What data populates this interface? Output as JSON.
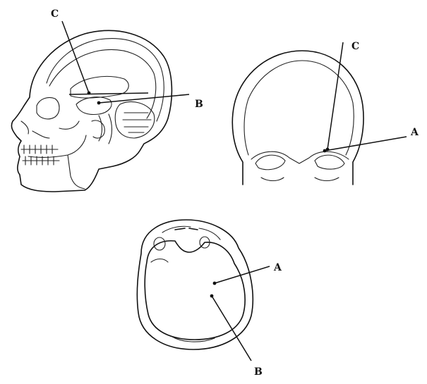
{
  "figure": {
    "lateral_view": {
      "labels": {
        "c": "C",
        "b": "B"
      }
    },
    "coronal_view": {
      "labels": {
        "c": "C",
        "a": "A"
      }
    },
    "axial_view": {
      "labels": {
        "a": "A",
        "b": "B"
      }
    }
  }
}
